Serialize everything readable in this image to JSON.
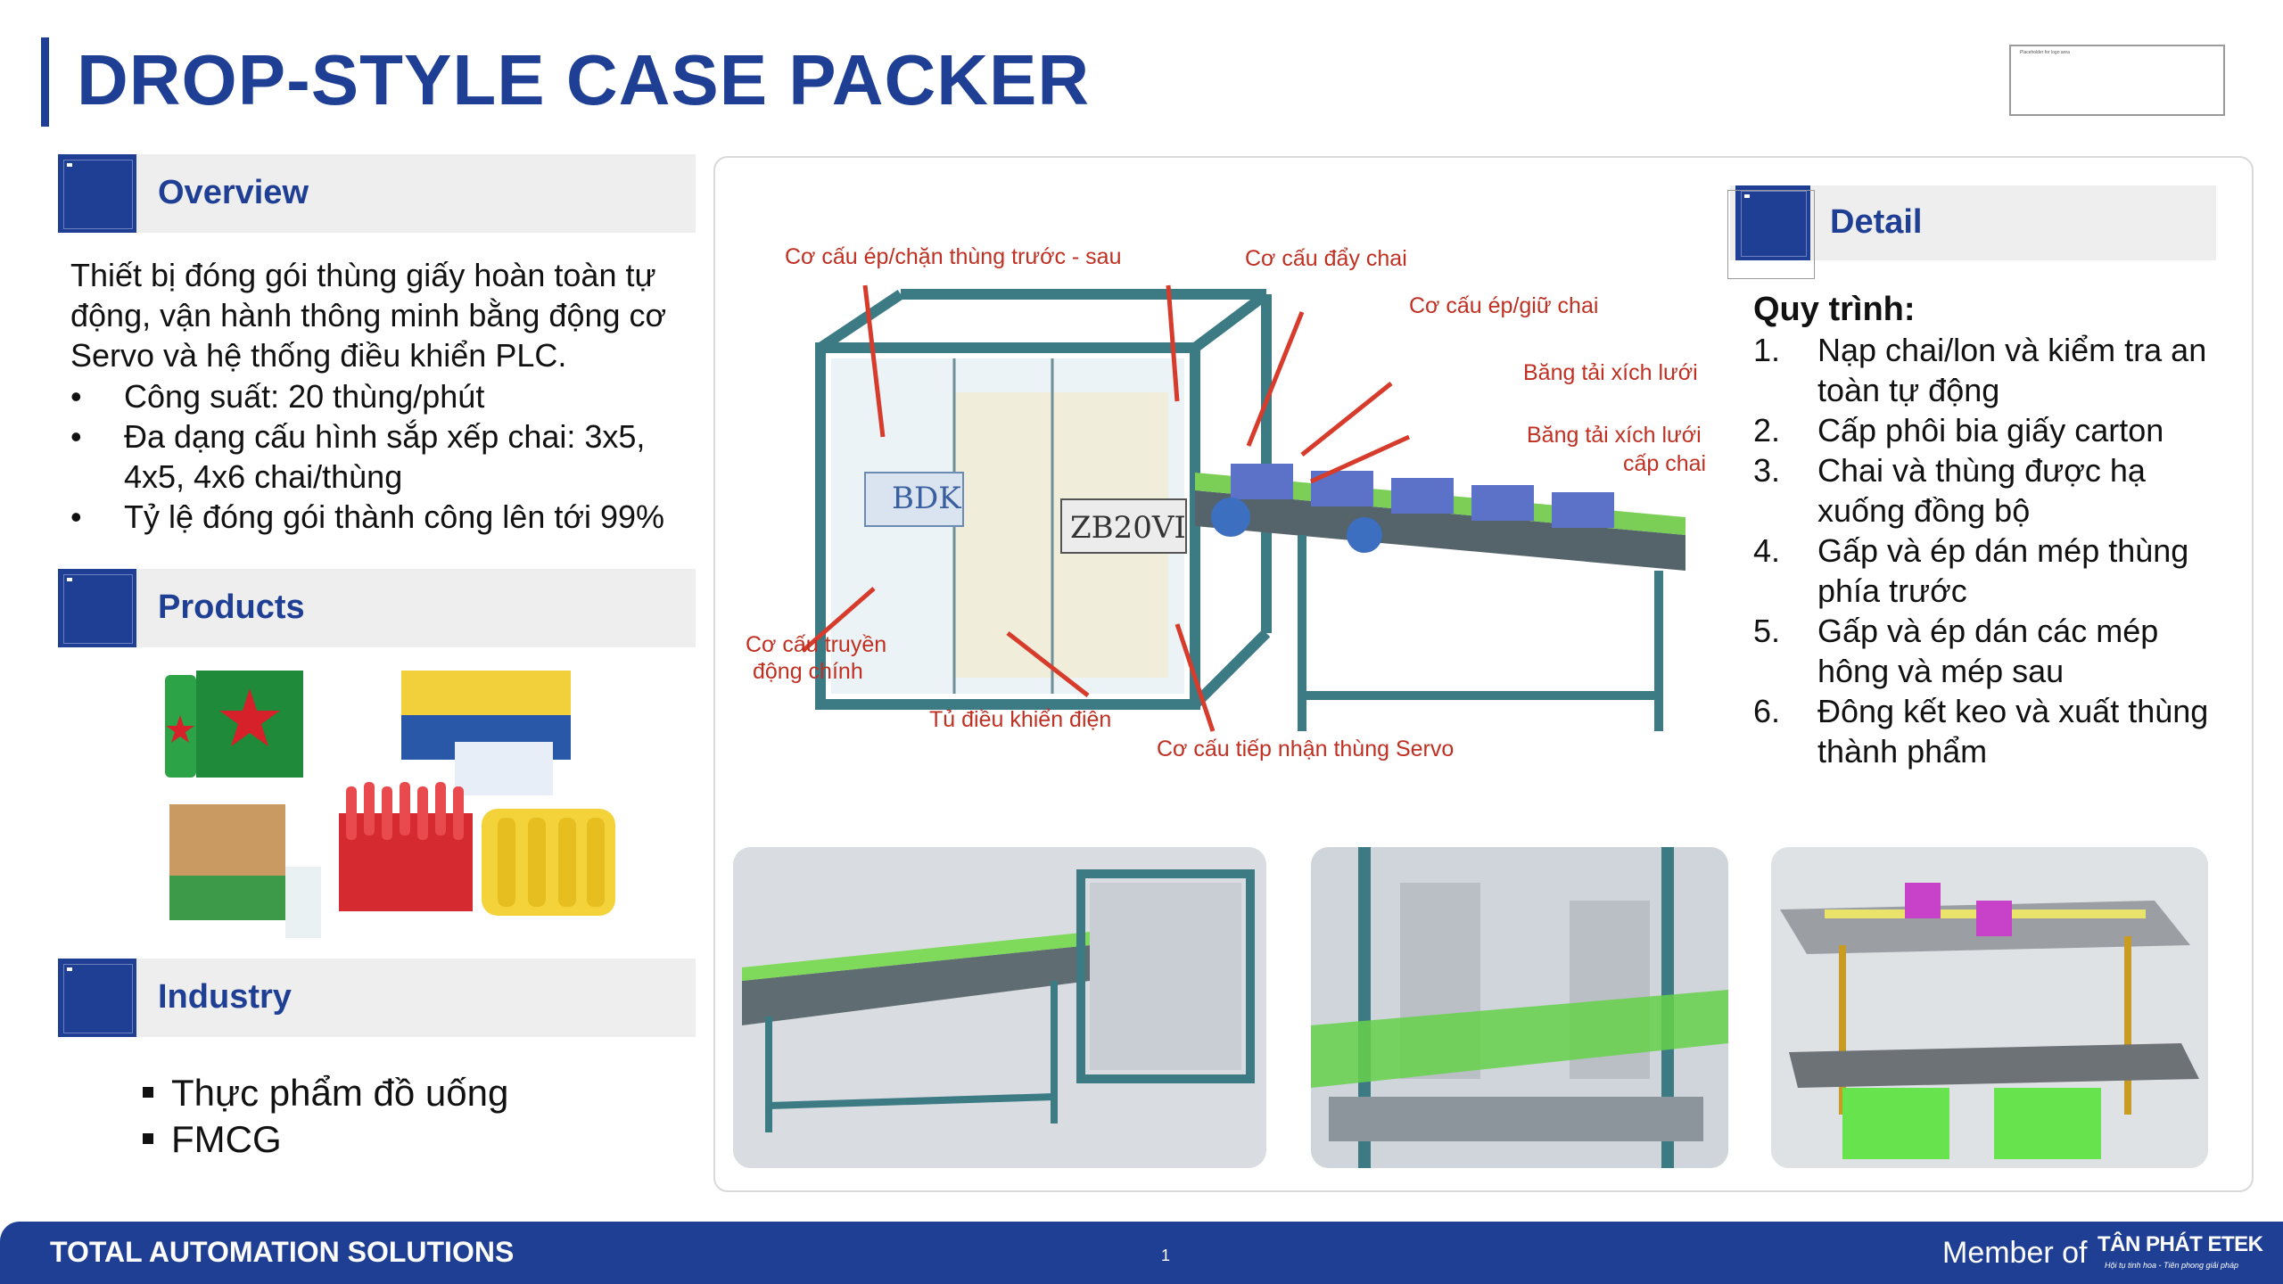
{
  "title": "DROP-STYLE CASE PACKER",
  "logo_placeholder_text": "Placeholder for logo area",
  "overview": {
    "label": "Overview",
    "text": "Thiết bị đóng gói thùng giấy hoàn toàn tự động, vận hành thông minh bằng động cơ Servo và hệ thống điều khiển PLC.",
    "bullets": [
      "Công suất: 20 thùng/phút",
      "Đa dạng cấu hình sắp xếp chai: 3x5, 4x5, 4x6 chai/thùng",
      "Tỷ lệ đóng gói thành công lên tới 99%"
    ]
  },
  "products": {
    "label": "Products",
    "machine_text_1": "BDK",
    "machine_text_2": "ZB20VI"
  },
  "industry": {
    "label": "Industry",
    "items": [
      "Thực phẩm đồ uống",
      "FMCG"
    ]
  },
  "diagram": {
    "callouts": [
      "Cơ cấu ép/chặn thùng trước - sau",
      "Cơ cấu đẩy chai",
      "Cơ cấu ép/giữ chai",
      "Băng tải xích lưới",
      "Băng tải xích lưới",
      "cấp chai",
      "Cơ cấu truyền",
      "động chính",
      "Tủ điều khiển điện",
      "Cơ cấu tiếp nhận thùng Servo"
    ]
  },
  "detail": {
    "label": "Detail",
    "process_title": "Quy trình:",
    "steps": [
      {
        "num": "1.",
        "text": "Nạp chai/lon và kiểm tra an toàn tự động"
      },
      {
        "num": "2.",
        "text": "Cấp phôi bia giấy carton"
      },
      {
        "num": "3.",
        "text": "Chai và thùng được hạ xuống đồng bộ"
      },
      {
        "num": "4.",
        "text": "Gấp và ép dán mép thùng phía trước"
      },
      {
        "num": "5.",
        "text": "Gấp và ép dán các mép hông và mép sau"
      },
      {
        "num": "6.",
        "text": "Đông kết keo và xuất thùng thành phẩm"
      }
    ]
  },
  "footer": {
    "left": "TOTAL AUTOMATION SOLUTIONS",
    "page": "1",
    "member": "Member of",
    "brand": "TÂN PHÁT ETEK",
    "tagline": "Hội tụ tinh hoa - Tiên phong giải pháp"
  },
  "colors": {
    "brand_blue": "#1f3f95",
    "callout_red": "#c03022",
    "machine_teal": "#3c7a84"
  }
}
